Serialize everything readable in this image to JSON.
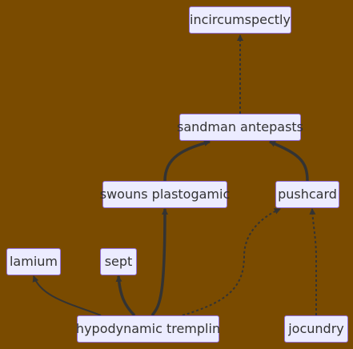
{
  "diagram": {
    "colors": {
      "background": "#7a4b00",
      "node_fill": "#ececff",
      "node_border": "#9370db",
      "edge": "#333333",
      "text": "#333333"
    },
    "nodes": {
      "incircumspectly": "incircumspectly",
      "sandman": "sandman antepasts",
      "swouns": "swouns plastogamic",
      "pushcard": "pushcard",
      "lamium": "lamium",
      "sept": "sept",
      "hypodynamic": "hypodynamic tremplin",
      "jocundry": "jocundry"
    },
    "edges": [
      {
        "from": "sandman",
        "to": "incircumspectly",
        "style": "dotted"
      },
      {
        "from": "swouns",
        "to": "sandman",
        "style": "thick"
      },
      {
        "from": "pushcard",
        "to": "sandman",
        "style": "thick"
      },
      {
        "from": "hypodynamic",
        "to": "lamium",
        "style": "normal"
      },
      {
        "from": "hypodynamic",
        "to": "sept",
        "style": "thick"
      },
      {
        "from": "hypodynamic",
        "to": "swouns",
        "style": "thick"
      },
      {
        "from": "hypodynamic",
        "to": "pushcard",
        "style": "dotted"
      },
      {
        "from": "jocundry",
        "to": "pushcard",
        "style": "dotted"
      }
    ]
  }
}
